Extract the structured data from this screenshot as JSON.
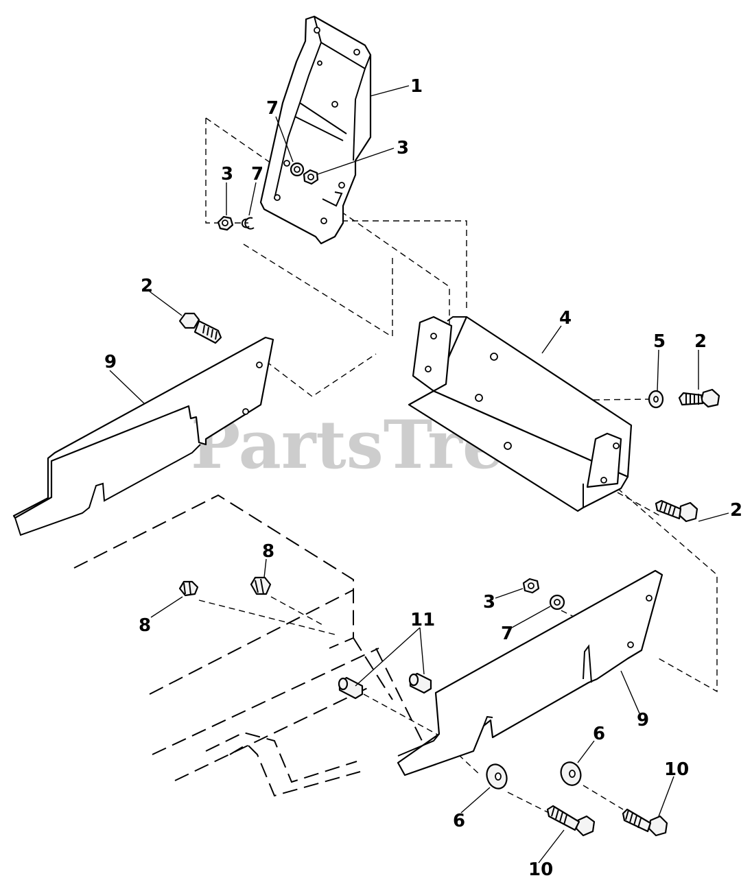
{
  "watermark": {
    "text": "PartsTree",
    "trademark": "™"
  },
  "callouts": [
    {
      "id": "c1",
      "text": "1"
    },
    {
      "id": "c2a",
      "text": "2"
    },
    {
      "id": "c2b",
      "text": "2"
    },
    {
      "id": "c2c",
      "text": "2"
    },
    {
      "id": "c3a",
      "text": "3"
    },
    {
      "id": "c3b",
      "text": "3"
    },
    {
      "id": "c3c",
      "text": "3"
    },
    {
      "id": "c4",
      "text": "4"
    },
    {
      "id": "c5",
      "text": "5"
    },
    {
      "id": "c6a",
      "text": "6"
    },
    {
      "id": "c6b",
      "text": "6"
    },
    {
      "id": "c7a",
      "text": "7"
    },
    {
      "id": "c7b",
      "text": "7"
    },
    {
      "id": "c7c",
      "text": "7"
    },
    {
      "id": "c8a",
      "text": "8"
    },
    {
      "id": "c8b",
      "text": "8"
    },
    {
      "id": "c9a",
      "text": "9"
    },
    {
      "id": "c9b",
      "text": "9"
    },
    {
      "id": "c10a",
      "text": "10"
    },
    {
      "id": "c10b",
      "text": "10"
    },
    {
      "id": "c11",
      "text": "11"
    }
  ]
}
